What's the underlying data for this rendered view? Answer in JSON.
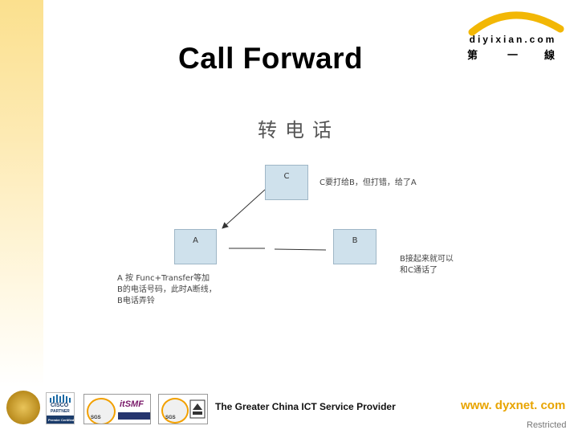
{
  "slide": {
    "title": "Call Forward",
    "logo": {
      "domain": "diyixian.com",
      "cn_chars": [
        "第",
        "一",
        "線"
      ]
    },
    "diagram": {
      "title": "转电话",
      "nodes": {
        "a": "A",
        "b": "B",
        "c": "C"
      },
      "note_c": "C要打给B，但打错，给了A",
      "note_a": "A 按 Func+Transfer等加\nB的电话号码，此时A断线，\nB电话弄铃",
      "note_b": "B接起来就可以\n和C通话了"
    },
    "footer": {
      "tagline": "The Greater China ICT Service Provider",
      "website": "www. dyxnet. com",
      "restricted": "Restricted",
      "badges": {
        "cisco": "CISCO",
        "cisco_sub": "PARTNER",
        "cisco_tier": "Premier Certified",
        "itsmf": "itSMF",
        "sgs": "SGS"
      }
    },
    "colors": {
      "sidebar": "#fbe08e",
      "node_fill": "#cfe1ec",
      "website": "#e8a400",
      "logo_arc": "#f2b705"
    }
  }
}
